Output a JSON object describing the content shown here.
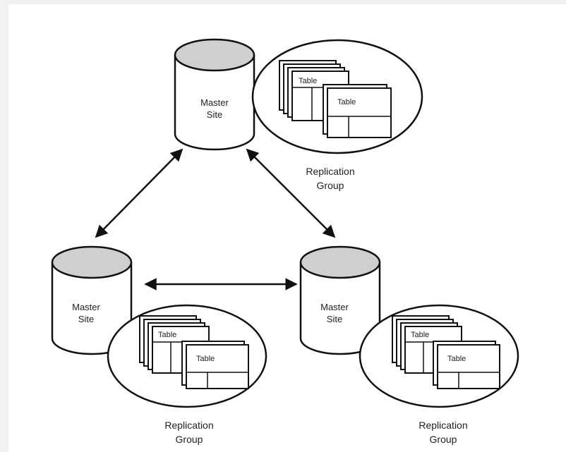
{
  "diagram": {
    "background": "#f1f1f1",
    "panel_color": "#ffffff",
    "stroke_color": "#111111",
    "cylinder_top_color": "#cfcfcf",
    "sites": [
      {
        "id": "top",
        "label_line1": "Master",
        "label_line2": "Site"
      },
      {
        "id": "left",
        "label_line1": "Master",
        "label_line2": "Site"
      },
      {
        "id": "right",
        "label_line1": "Master",
        "label_line2": "Site"
      }
    ],
    "groups": [
      {
        "id": "top",
        "label_line1": "Replication",
        "label_line2": "Group",
        "tables": [
          "Table",
          "Table"
        ]
      },
      {
        "id": "left",
        "label_line1": "Replication",
        "label_line2": "Group",
        "tables": [
          "Table",
          "Table"
        ]
      },
      {
        "id": "right",
        "label_line1": "Replication",
        "label_line2": "Group",
        "tables": [
          "Table",
          "Table"
        ]
      }
    ],
    "connections": [
      {
        "from": "top",
        "to": "left",
        "style": "bidirectional"
      },
      {
        "from": "top",
        "to": "right",
        "style": "bidirectional"
      },
      {
        "from": "left",
        "to": "right",
        "style": "bidirectional"
      }
    ]
  }
}
